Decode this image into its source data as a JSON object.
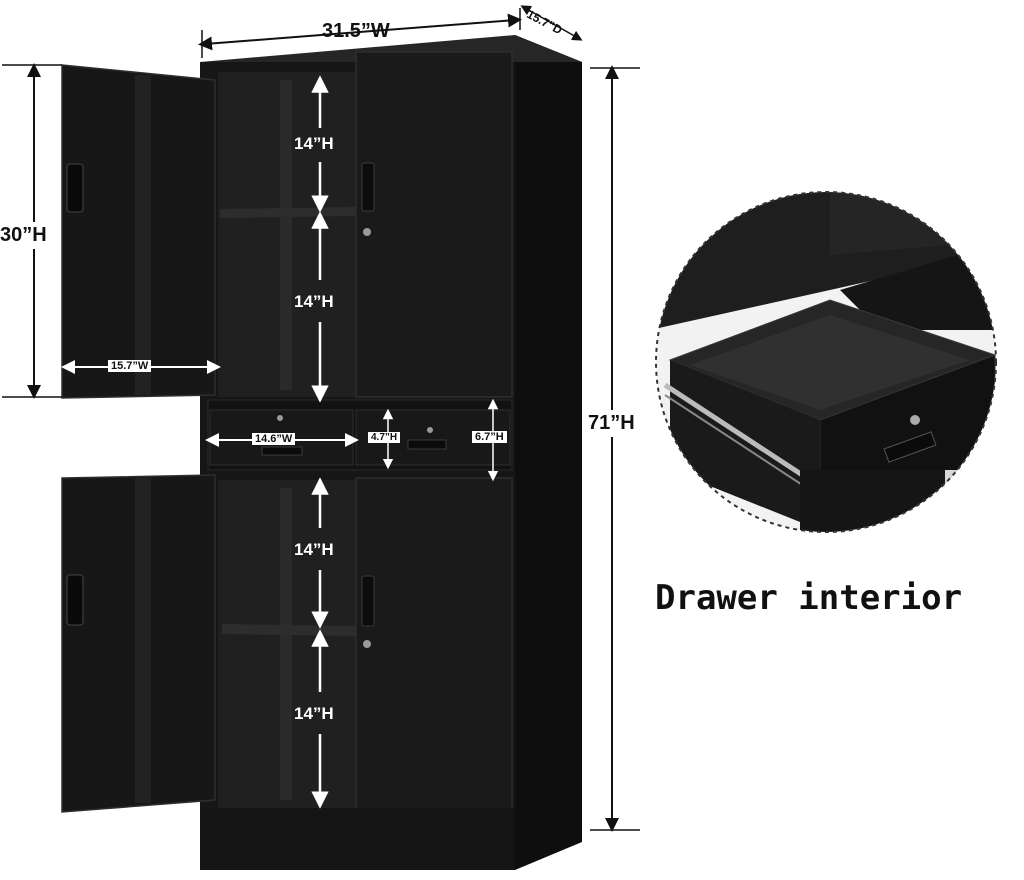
{
  "dimensions": {
    "width": "31.5”W",
    "depth": "15.7”D",
    "height_total": "71”H",
    "door_height": "30”H",
    "door_width": "15.7”W",
    "shelf_heights": [
      "14”H",
      "14”H",
      "14”H",
      "14”H"
    ],
    "drawer_width": "14.6”W",
    "drawer_front_height": "4.7”H",
    "drawer_total_height": "6.7”H"
  },
  "caption": "Drawer interior",
  "colors": {
    "cabinet": "#141414",
    "cabinet_edge": "#2a2a2a",
    "interior": "#1c1c1c",
    "line": "#111111",
    "background": "#ffffff"
  }
}
